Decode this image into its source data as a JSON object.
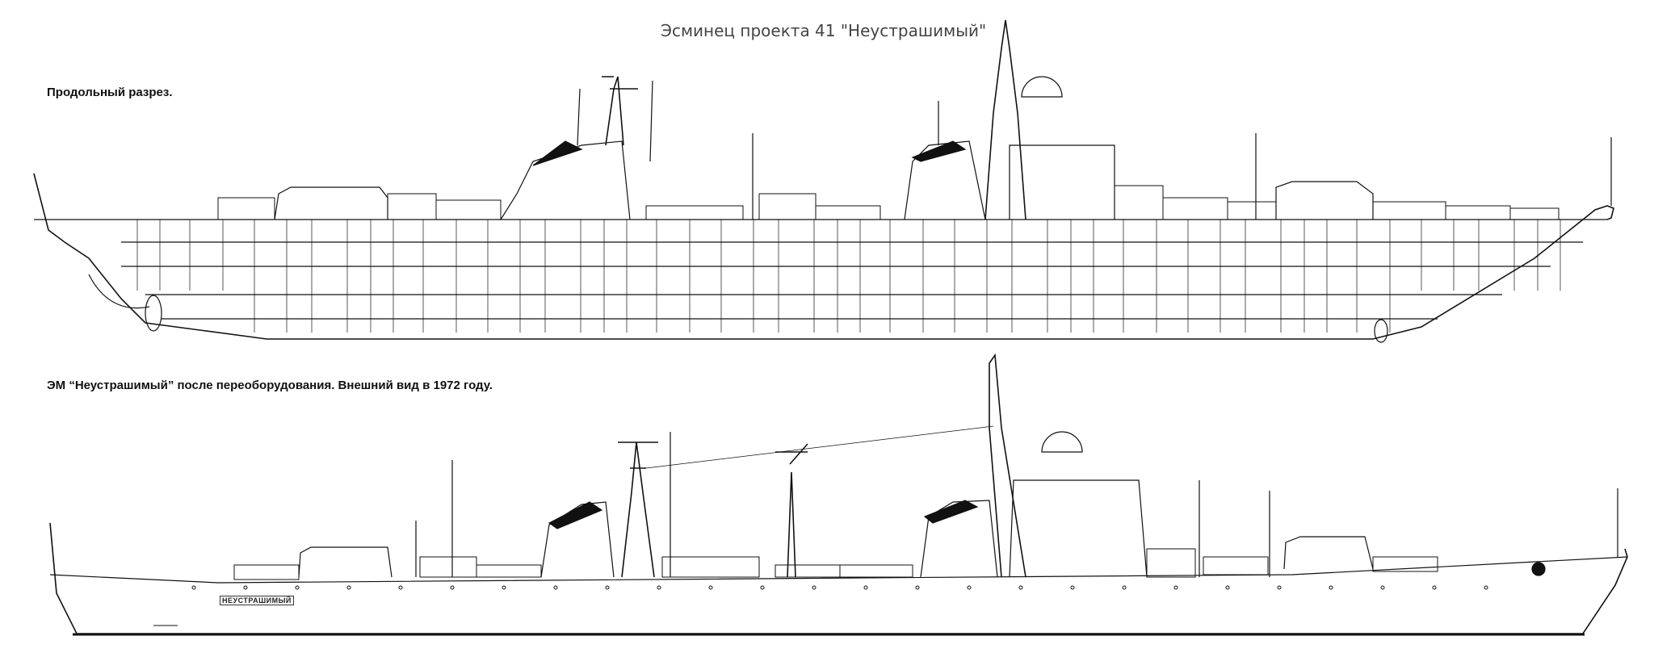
{
  "title": "Эсминец проекта 41 \"Неустрашимый\"",
  "sections": [
    {
      "label": "Продольный разрез."
    },
    {
      "label": "ЭМ “Неустрашимый” после переоборудования. Внешний вид в 1972 году.",
      "hull_name": "НЕУСТРАШИМЫЙ"
    }
  ]
}
